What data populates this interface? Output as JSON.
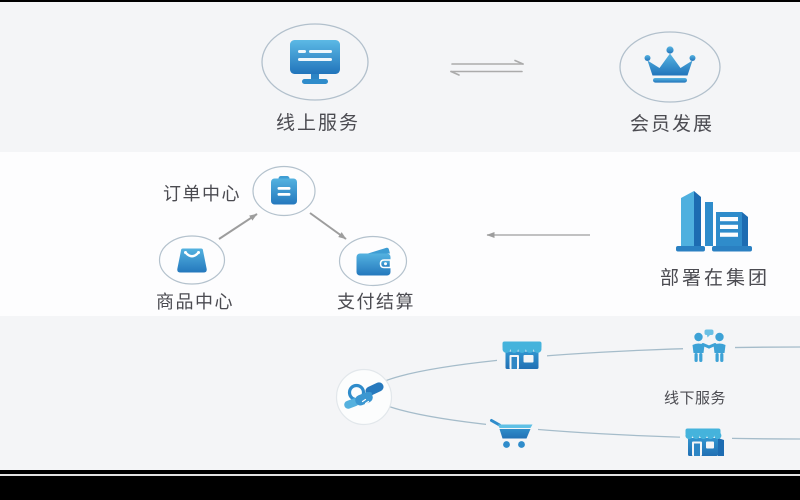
{
  "diagram": {
    "top": {
      "online_service": {
        "label": "线上服务",
        "icon": "monitor-icon"
      },
      "member_growth": {
        "label": "会员发展",
        "icon": "crown-icon"
      },
      "relation": "bidirectional-exchange"
    },
    "middle": {
      "order_center": {
        "label": "订单中心",
        "icon": "clipboard-icon"
      },
      "product_center": {
        "label": "商品中心",
        "icon": "shopping-bag-icon"
      },
      "payment_settlement": {
        "label": "支付结算",
        "icon": "wallet-icon"
      },
      "deployment": {
        "label": "部署在集团",
        "icon": "office-buildings-icon"
      },
      "flows": [
        "product_center -> order_center",
        "order_center -> payment_settlement",
        "deployment -> middle_platform (left arrow)"
      ]
    },
    "bottom": {
      "offline_service": {
        "label": "线下服务"
      },
      "ring_icons": [
        "handshake-icon",
        "storefront-icon",
        "partners-meeting-icon",
        "shopping-cart-icon",
        "storefront-3d-icon"
      ]
    }
  },
  "colors": {
    "band_gray": "#f4f5f7",
    "band_white": "#fdfdfe",
    "icon_blue_light": "#58b5e2",
    "icon_blue_dark": "#2174bb",
    "awning_cyan": "#45b3dc",
    "circle_stroke": "#b4c2cd",
    "arrow_gray": "#9d9d9d",
    "curve_blue_gray": "#a5bcca",
    "text_color": "#4b4b51",
    "frame_black": "#000000"
  }
}
